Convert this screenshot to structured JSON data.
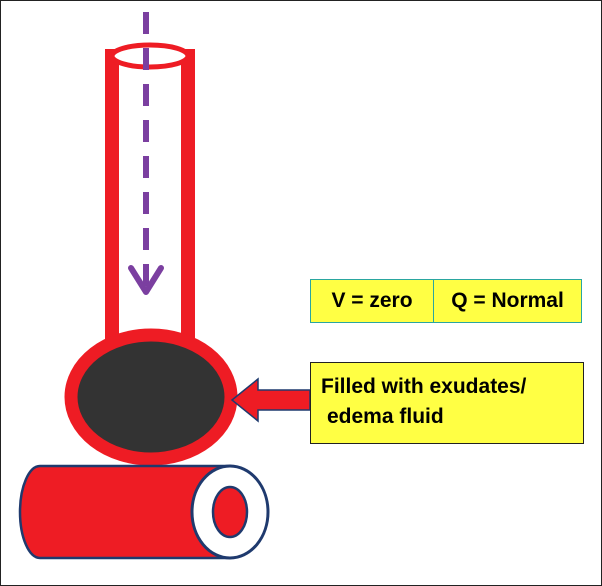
{
  "labels": {
    "velocity": "V = zero",
    "flow": "Q = Normal",
    "alveolus_line1": "Filled with exudates/",
    "alveolus_line2": "edema fluid"
  },
  "colors": {
    "airway": "#ee1c24",
    "alveolus_fill": "#333333",
    "airflow_arrow": "#7b3fa0",
    "capillary_outline": "#1f3a6e",
    "label_fill": "#ffff44"
  },
  "icons": [
    "airflow-dashed-arrow",
    "pointer-arrow"
  ]
}
